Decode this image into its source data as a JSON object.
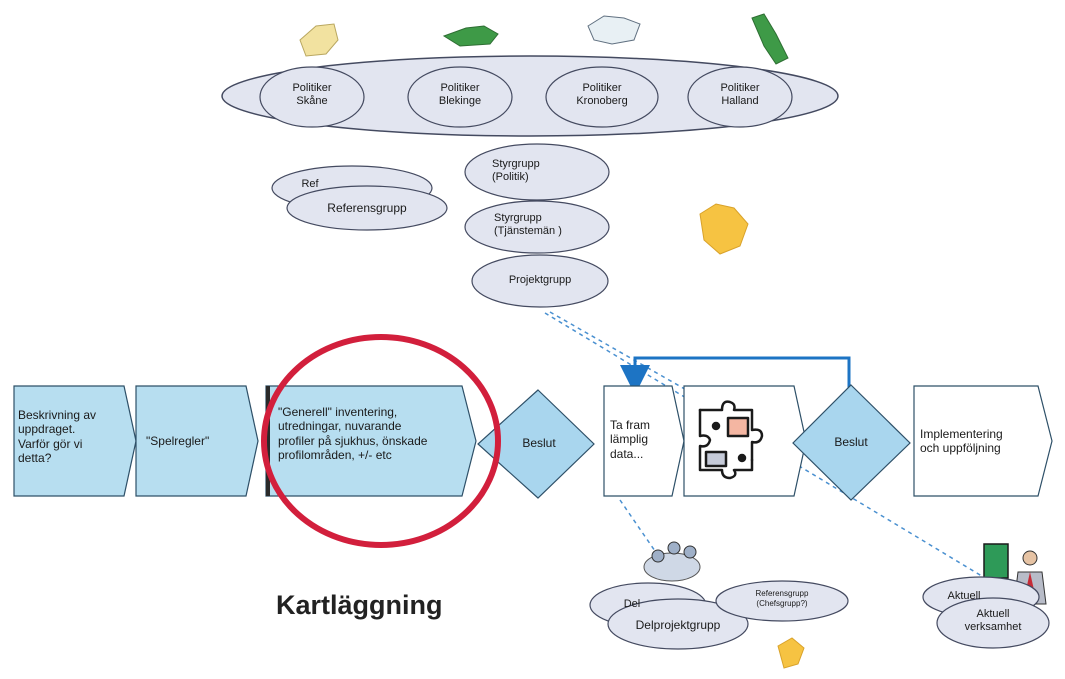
{
  "colors": {
    "oval_fill": "#e2e5f0",
    "oval_stroke": "#444a60",
    "process_fill": "#b7def0",
    "decision_fill": "#a9d6ee",
    "highlight_ring": "#d21f3c",
    "arrow_blue": "#1d74c4",
    "dotted_line": "#4a90d0",
    "map_yellow": "#f6c342",
    "map_green": "#3e9a47"
  },
  "governance": {
    "politicians": [
      "Politiker\nSkåne",
      "Politiker\nBlekinge",
      "Politiker\nKronoberg",
      "Politiker\nHalland"
    ],
    "steering_politics": "Styrgrupp\n(Politik)",
    "steering_officials": "Styrgrupp\n(Tjänstemän )",
    "project_group": "Projektgrupp",
    "reference_group_back": "Ref",
    "reference_group": "Referensgrupp"
  },
  "process": {
    "step1": "Beskrivning av\nuppdraget.\nVarför gör vi\ndetta?",
    "step2": "\"Spelregler\"",
    "step3": "\"Generell\" inventering,\nutredningar, nuvarande\nprofiler på sjukhus, önskade\nprofilområden, +/- etc",
    "decision1": "Beslut",
    "step4": "Ta fram\nlämplig\ndata...",
    "decision2": "Beslut",
    "step5": "Implementering\noch uppföljning"
  },
  "bottom": {
    "heading": "Kartläggning",
    "subproject_back": "Del",
    "subproject": "Delprojektgrupp",
    "reference_small": "Referensgrupp\n(Chefsgrupp?)",
    "operations_back": "Aktuell",
    "operations": "Aktuell\nverksamhet"
  }
}
